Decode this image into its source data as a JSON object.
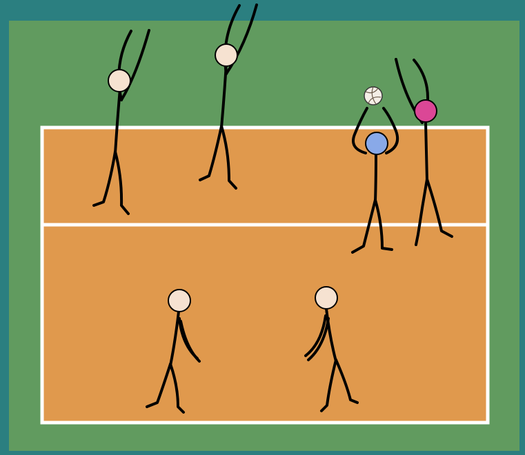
{
  "colors": {
    "backdrop": "#2b7f80",
    "outer_area": "#619b5f",
    "court": "#e0994d",
    "lines": "#ffffff",
    "stick": "#000000",
    "head_default": "#f6e2d1",
    "head_setter": "#89a9e8",
    "head_blocker": "#db4796",
    "ball": "#f4eee6"
  },
  "scene": {
    "players": [
      {
        "id": "front-left-blocker",
        "role": "blocker",
        "pose": "arms-raised",
        "head": "head_default"
      },
      {
        "id": "front-middle-blocker",
        "role": "blocker",
        "pose": "arms-raised",
        "head": "head_default"
      },
      {
        "id": "setter",
        "role": "setter",
        "pose": "setting",
        "head": "head_setter"
      },
      {
        "id": "right-blocker",
        "role": "blocker",
        "pose": "arms-raised",
        "head": "head_blocker"
      },
      {
        "id": "back-left-player",
        "role": "defender",
        "pose": "ready",
        "head": "head_default"
      },
      {
        "id": "back-right-player",
        "role": "defender",
        "pose": "ready",
        "head": "head_default"
      }
    ],
    "ball": {
      "id": "volleyball"
    }
  }
}
